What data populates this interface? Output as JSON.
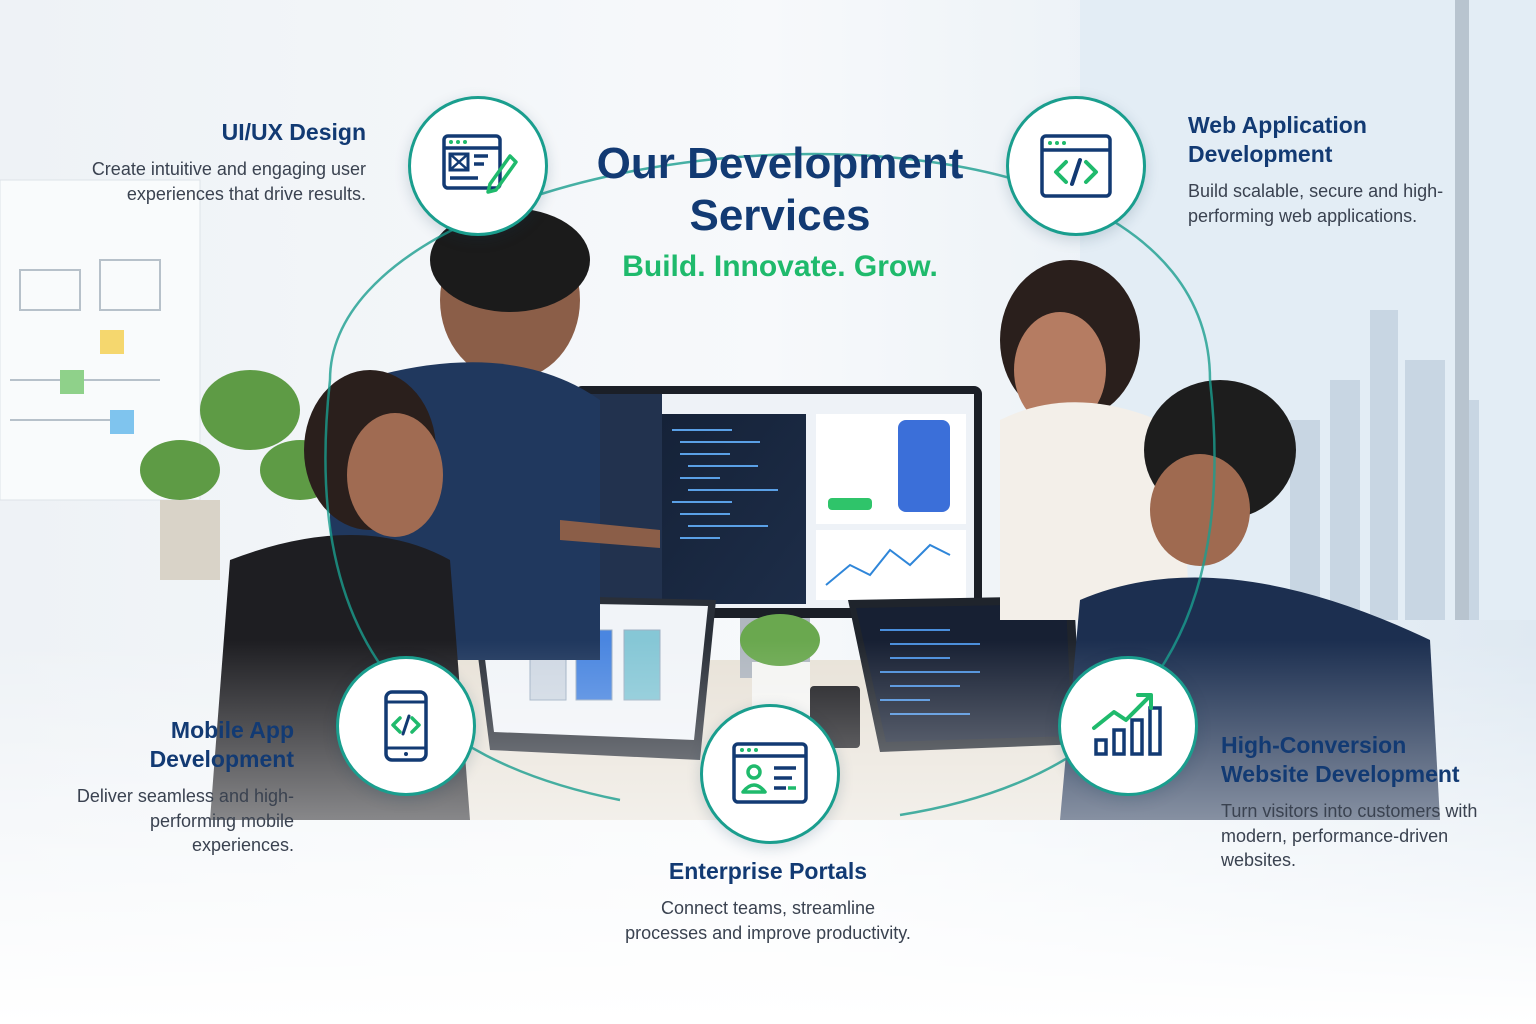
{
  "header": {
    "title": "Our Development Services",
    "tagline": "Build. Innovate. Grow."
  },
  "services": [
    {
      "title": "UI/UX Design",
      "description": "Create intuitive and engaging user experiences that drive results.",
      "icon": "ui-design-icon"
    },
    {
      "title": "Web Application Development",
      "description": "Build scalable, secure and high-performing web applications.",
      "icon": "code-window-icon"
    },
    {
      "title": "Mobile App Development",
      "description": "Deliver seamless and high-performing mobile experiences.",
      "icon": "mobile-code-icon"
    },
    {
      "title": "Enterprise Portals",
      "description": "Connect teams, streamline processes and improve productivity.",
      "icon": "portal-profile-icon"
    },
    {
      "title": "High-Conversion Website Development",
      "description": "Turn visitors into customers with modern, performance-driven websites.",
      "icon": "growth-chart-icon"
    }
  ],
  "colors": {
    "navy": "#123a73",
    "green": "#1fba6c",
    "teal": "#1a9e8e",
    "text": "#3a4250"
  }
}
